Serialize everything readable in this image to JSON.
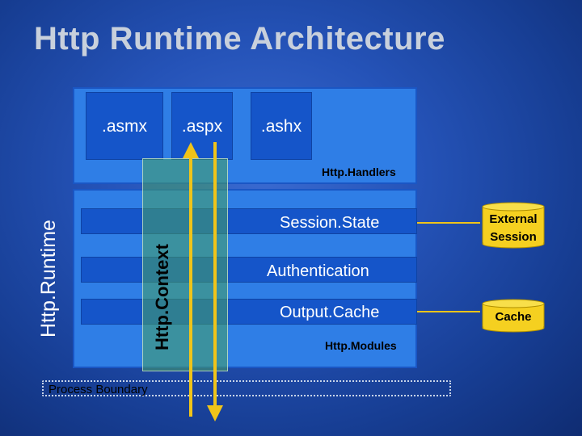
{
  "slide": {
    "title": "Http Runtime Architecture"
  },
  "handlers": {
    "items": [
      ".asmx",
      ".aspx",
      ".ashx"
    ],
    "label": "Http.Handlers"
  },
  "modules": {
    "items": [
      "Session.State",
      "Authentication",
      "Output.Cache"
    ],
    "label": "Http.Modules"
  },
  "runtime": {
    "label": "Http.Runtime"
  },
  "context": {
    "label": "Http.Context"
  },
  "boundary": {
    "label": "Process Boundary"
  },
  "stores": {
    "external_session": [
      "External",
      "Session"
    ],
    "cache": "Cache"
  },
  "colors": {
    "arrow": "#f0c419",
    "store": "#f5d020",
    "context": "#46a064"
  }
}
